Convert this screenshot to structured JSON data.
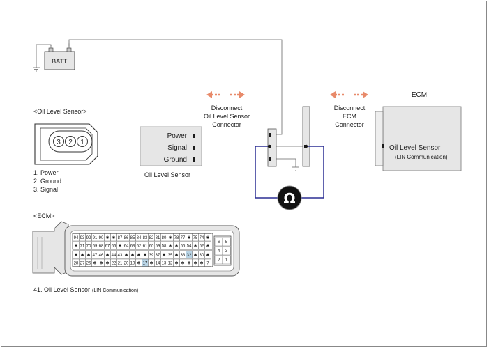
{
  "battery": {
    "label": "BATT.",
    "neg": "-",
    "pos": "+"
  },
  "oil_sensor_view": {
    "title": "<Oil Level Sensor>",
    "pin_numbers": [
      "3",
      "2",
      "1"
    ],
    "legend": [
      "1. Power",
      "2. Ground",
      "3. Signal"
    ]
  },
  "sensor_box": {
    "pins": [
      "Power",
      "Signal",
      "Ground"
    ],
    "caption": "Oil Level Sensor"
  },
  "disconnect_sensor": {
    "lines": [
      "Disconnect",
      "Oil Level Sensor",
      "Connector"
    ]
  },
  "disconnect_ecm": {
    "lines": [
      "Disconnect",
      "ECM",
      "Connector"
    ]
  },
  "ecm_block": {
    "title": "ECM",
    "pin_label": "Oil Level Sensor",
    "pin_sub": "(LIN Communication)"
  },
  "meter": {
    "symbol": "Ω"
  },
  "ecm_connector": {
    "title": "<ECM>",
    "upper_rows": [
      [
        "94",
        "93",
        "92",
        "91",
        "90",
        "✱",
        "✱",
        "87",
        "86",
        "85",
        "84",
        "83",
        "82",
        "81",
        "80",
        "✱",
        "78",
        "77",
        "✱",
        "75",
        "74",
        "✱"
      ],
      [
        "✱",
        "71",
        "70",
        "69",
        "68",
        "67",
        "66",
        "✱",
        "64",
        "63",
        "62",
        "61",
        "60",
        "59",
        "58",
        "✱",
        "✱",
        "55",
        "54",
        "✱",
        "52",
        "✱"
      ]
    ],
    "lower_rows": [
      [
        "✱",
        "✱",
        "✱",
        "47",
        "46",
        "✱",
        "44",
        "43",
        "✱",
        "✱",
        "✱",
        "✱",
        "39",
        "37",
        "✱",
        "35",
        "✱",
        "33",
        "32",
        "✱",
        "30",
        "✱"
      ],
      [
        "28",
        "27",
        "26",
        "✱",
        "✱",
        "✱",
        "22",
        "21",
        "20",
        "19",
        "✱",
        "17",
        "✱",
        "14",
        "13",
        "12",
        "✱",
        "✱",
        "✱",
        "✱",
        "✱",
        "7"
      ]
    ],
    "side_rows": [
      [
        "6",
        "5"
      ],
      [
        "4",
        "3"
      ],
      [
        "2",
        "1"
      ]
    ],
    "pin_desc": "41. Oil Level Sensor",
    "pin_desc_sub": "(LIN Communication)"
  },
  "colors": {
    "wire": "#666666",
    "meter_loop": "#2c2e94",
    "arrow": "#e88a6a",
    "component_fill": "#e6e6e6",
    "highlight_pin": "#b8d4e6"
  }
}
